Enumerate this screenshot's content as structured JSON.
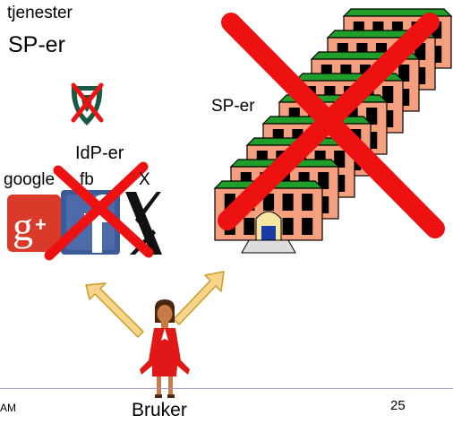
{
  "labels": {
    "title_line1": "tjenester",
    "title_line2": "SP-er",
    "idp": "IdP-er",
    "google": "google",
    "fb": "fb",
    "x": "X",
    "sp_middle": "SP-er",
    "user": "Bruker"
  },
  "footer": {
    "left": "AM",
    "page_number": "25"
  },
  "colors": {
    "cross": "#ee1111",
    "roof": "#1f9e2a",
    "building_wall": "#f4a07e",
    "arrow_fill": "#f6d58a",
    "arrow_stroke": "#c99b2a",
    "shield": "#1a5a43",
    "dress": "#e01818",
    "footer_line": "#9c9cd0"
  }
}
